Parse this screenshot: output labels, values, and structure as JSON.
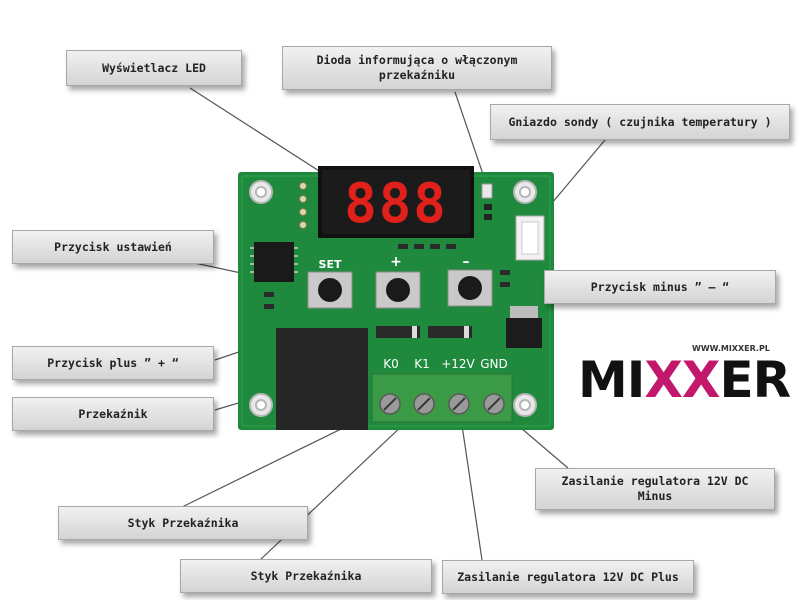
{
  "callouts": {
    "led_display": "Wyświetlacz LED",
    "relay_diode": "Dioda informująca o włączonym przekaźniku",
    "probe_socket": "Gniazdo sondy ( czujnika temperatury )",
    "set_button": "Przycisk ustawień",
    "minus_button": "Przycisk minus ” – “",
    "plus_button": "Przycisk plus ” + “",
    "relay": "Przekaźnik",
    "relay_contact_1": "Styk Przekaźnika",
    "relay_contact_2": "Styk Przekaźnika",
    "power_minus": "Zasilanie regulatora 12V DC Minus",
    "power_plus": "Zasilanie regulatora 12V DC Plus"
  },
  "board": {
    "display_digits": "888",
    "set_label": "SET",
    "plus_label": "+",
    "minus_label": "–",
    "terminal_labels": [
      "K0",
      "K1",
      "+12V",
      "GND"
    ]
  },
  "brand": {
    "url": "WWW.MIXXER.PL",
    "word_left": "MI",
    "word_mid": "XX",
    "word_right": "ER"
  },
  "colors": {
    "pcb": "#1f8a3e",
    "display_segment": "#e0201b",
    "relay": "#262626",
    "terminal": "#3a9a45",
    "accent": "#c2186b"
  }
}
